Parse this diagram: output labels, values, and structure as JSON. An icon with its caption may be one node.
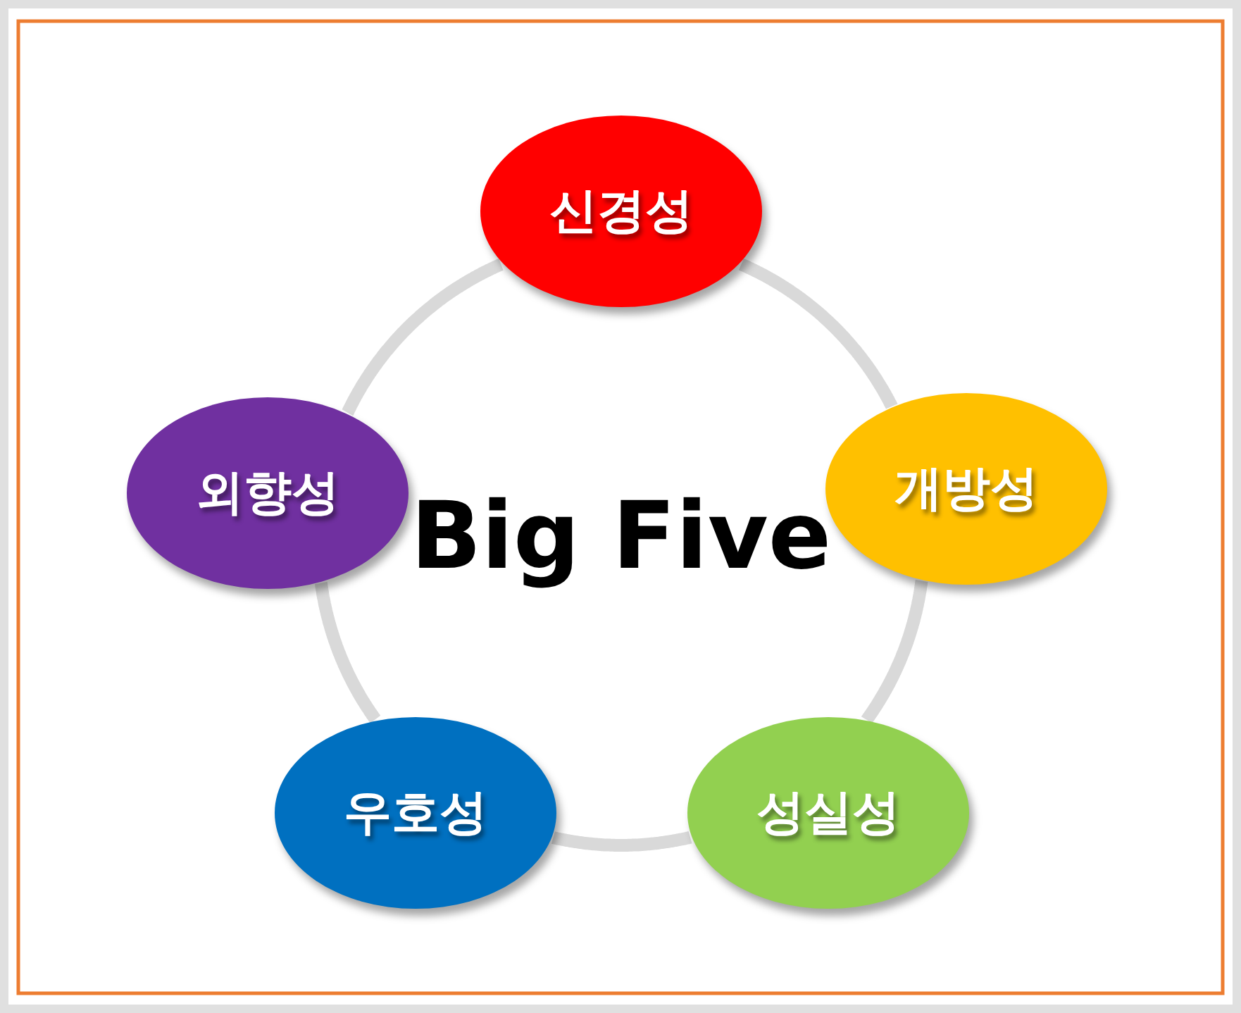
{
  "diagram": {
    "nodes": [
      {
        "text": [
          "신경성"
        ]
      },
      {
        "text": [
          "외향성"
        ]
      },
      {
        "text": [
          "개방성"
        ]
      },
      {
        "text": [
          "우호성"
        ]
      },
      {
        "text": [
          "성실성"
        ]
      }
    ],
    "edges": [
      {
        "from": 0,
        "to": 2,
        "arrow": "none"
      },
      {
        "from": 2,
        "to": 4,
        "arrow": "none"
      },
      {
        "from": 4,
        "to": 3,
        "arrow": "none"
      },
      {
        "from": 3,
        "to": 1,
        "arrow": "none"
      },
      {
        "from": 1,
        "to": 0,
        "arrow": "none"
      }
    ],
    "labels": [
      "Big Five"
    ]
  }
}
